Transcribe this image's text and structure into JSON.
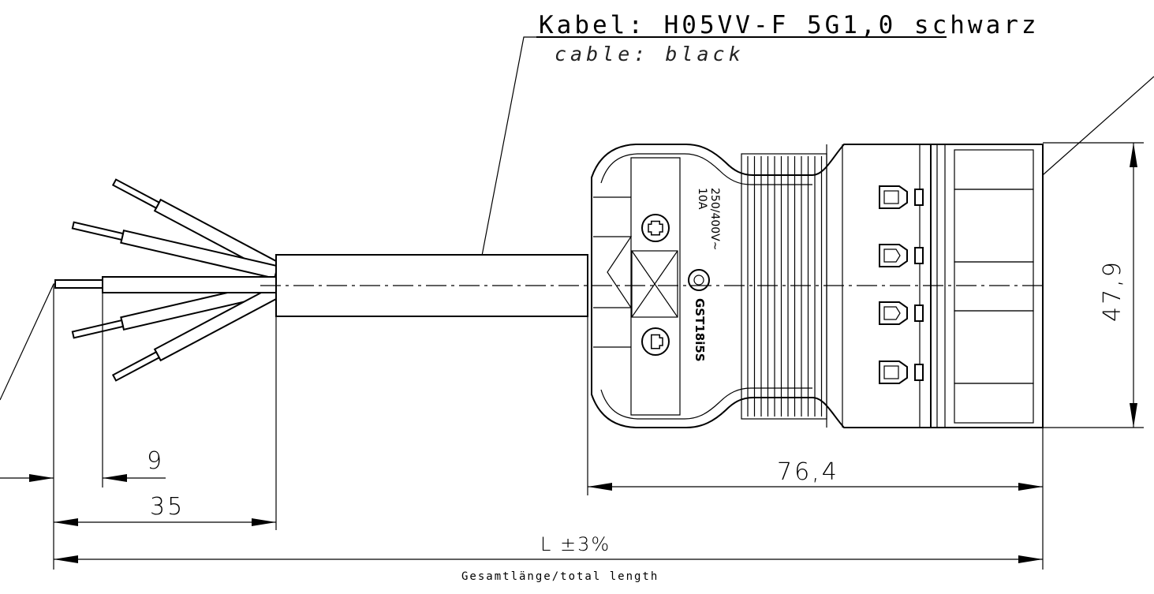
{
  "labels": {
    "cable_de": "Kabel: H05VV-F 5G1,0 schwarz",
    "cable_en": "cable: black",
    "rating_line1": "250/400V~",
    "rating_line2": "10A",
    "brand": "GST18i5S",
    "total_length_caption": "Gesamtlänge/total length"
  },
  "dimensions": {
    "strip_length": "9",
    "sheath_strip": "35",
    "connector_length": "76,4",
    "connector_height": "47,9",
    "total_length": "L ±3%"
  },
  "colors": {
    "line": "#000000",
    "background": "#ffffff"
  }
}
